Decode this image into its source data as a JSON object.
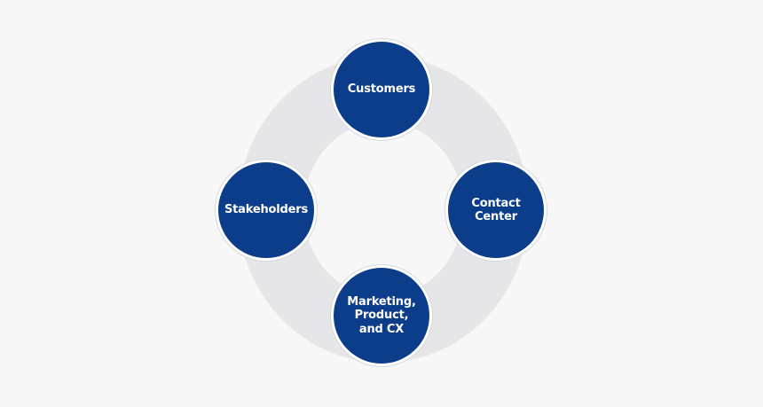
{
  "colors": {
    "background": "#f7f7f8",
    "ring": "#e6e6e8",
    "node_fill": "#0c3d8a",
    "node_border": "#ffffff",
    "node_text": "#ffffff"
  },
  "diagram": {
    "nodes": [
      {
        "label": "Customers"
      },
      {
        "label": "Contact\nCenter"
      },
      {
        "label": "Marketing,\nProduct,\nand CX"
      },
      {
        "label": "Stakeholders"
      }
    ]
  }
}
